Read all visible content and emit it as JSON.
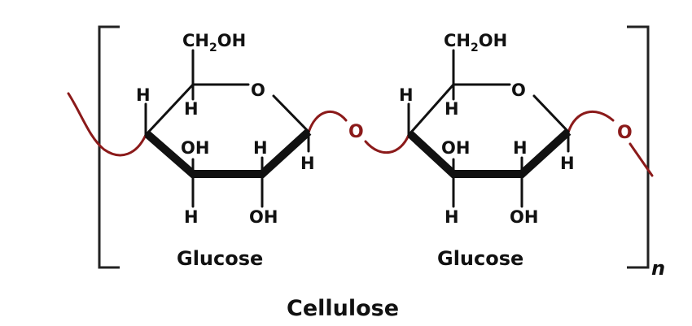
{
  "diagram": {
    "title": "Cellulose",
    "repeat_label": "n",
    "units": [
      {
        "name": "Glucose",
        "ch2oh": {
          "main": "CH",
          "sub": "2",
          "tail": "OH"
        },
        "ring_oxygen": "O",
        "h_c4": "H",
        "h_c5": "H",
        "oh_c3": "OH",
        "h_c2": "H",
        "h_c1": "H",
        "h_bottom_c3": "H",
        "oh_bottom_c2": "OH"
      },
      {
        "name": "Glucose",
        "ch2oh": {
          "main": "CH",
          "sub": "2",
          "tail": "OH"
        },
        "ring_oxygen": "O",
        "h_c4": "H",
        "h_c5": "H",
        "oh_c3": "OH",
        "h_c2": "H",
        "h_c1": "H",
        "h_bottom_c3": "H",
        "oh_bottom_c2": "OH"
      }
    ],
    "glycosidic_oxygens": [
      "O",
      "O"
    ],
    "colors": {
      "bond": "#111111",
      "linkage": "#8b1a1a",
      "bracket": "#222222"
    }
  }
}
